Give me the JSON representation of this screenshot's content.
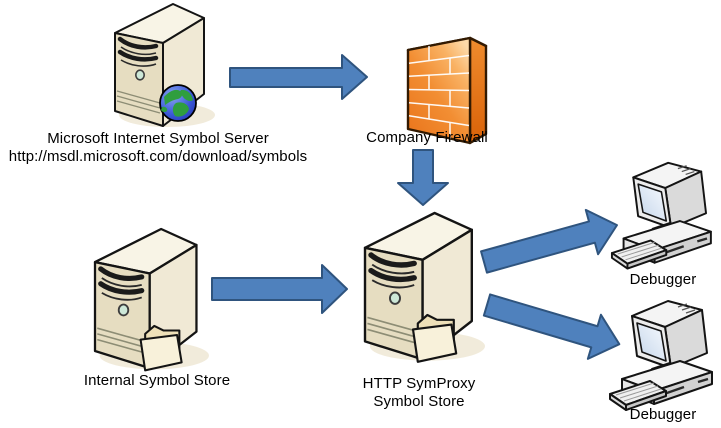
{
  "app": {
    "type": "architecture-diagram",
    "background": "#ffffff"
  },
  "colors": {
    "arrow_fill": "#4f81bd",
    "arrow_stroke": "#2f547e",
    "firewall_front": "#f08424",
    "firewall_side": "#e06a10",
    "server_front": "#e6ddc1",
    "server_side": "#f0e9d5",
    "server_top": "#f8f4e6",
    "label_text": "#000000"
  },
  "nodes": {
    "internet_server": {
      "icon": "server-globe-icon",
      "label": "Microsoft Internet Symbol Server",
      "sublabel": "http://msdl.microsoft.com/download/symbols"
    },
    "firewall": {
      "icon": "firewall-icon",
      "label": "Company Firewall"
    },
    "internal_store": {
      "icon": "server-folder-icon",
      "label": "Internal Symbol Store"
    },
    "symproxy": {
      "icon": "server-folder-icon",
      "label_line1": "HTTP SymProxy",
      "label_line2": "Symbol Store"
    },
    "debugger_top": {
      "icon": "workstation-icon",
      "label": "Debugger"
    },
    "debugger_bottom": {
      "icon": "workstation-icon",
      "label": "Debugger"
    }
  },
  "connections": [
    {
      "from": "internet_server",
      "to": "firewall",
      "direction": "right"
    },
    {
      "from": "firewall",
      "to": "symproxy",
      "direction": "down"
    },
    {
      "from": "internal_store",
      "to": "symproxy",
      "direction": "right"
    },
    {
      "from": "symproxy",
      "to": "debugger_top",
      "direction": "up-right"
    },
    {
      "from": "symproxy",
      "to": "debugger_bottom",
      "direction": "down-right"
    }
  ]
}
